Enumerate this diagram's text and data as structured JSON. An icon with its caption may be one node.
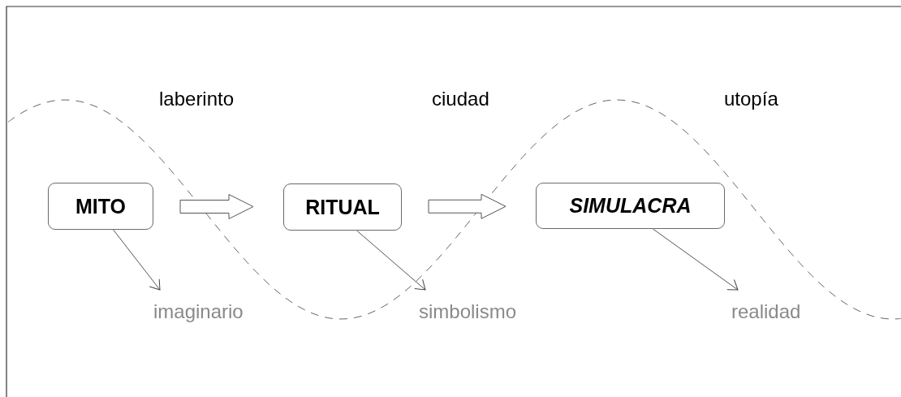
{
  "diagram": {
    "nodes": [
      {
        "text": [
          "MITO"
        ]
      },
      {
        "text": [
          "RITUAL"
        ]
      },
      {
        "text": [
          "SIMULACRA"
        ]
      },
      {
        "text": [
          "imaginario"
        ]
      },
      {
        "text": [
          "simbolismo"
        ]
      },
      {
        "text": [
          "realidad"
        ]
      }
    ],
    "edges": [
      {
        "from": 0,
        "to": 1,
        "arrow": "to",
        "style": "thick"
      },
      {
        "from": 1,
        "to": 2,
        "arrow": "to",
        "style": "thick"
      },
      {
        "from": 0,
        "to": 3,
        "arrow": "to"
      },
      {
        "from": 1,
        "to": 4,
        "arrow": "to"
      },
      {
        "from": 2,
        "to": 5,
        "arrow": "to"
      }
    ],
    "labels": [
      "laberinto",
      "ciudad",
      "utopía"
    ]
  }
}
